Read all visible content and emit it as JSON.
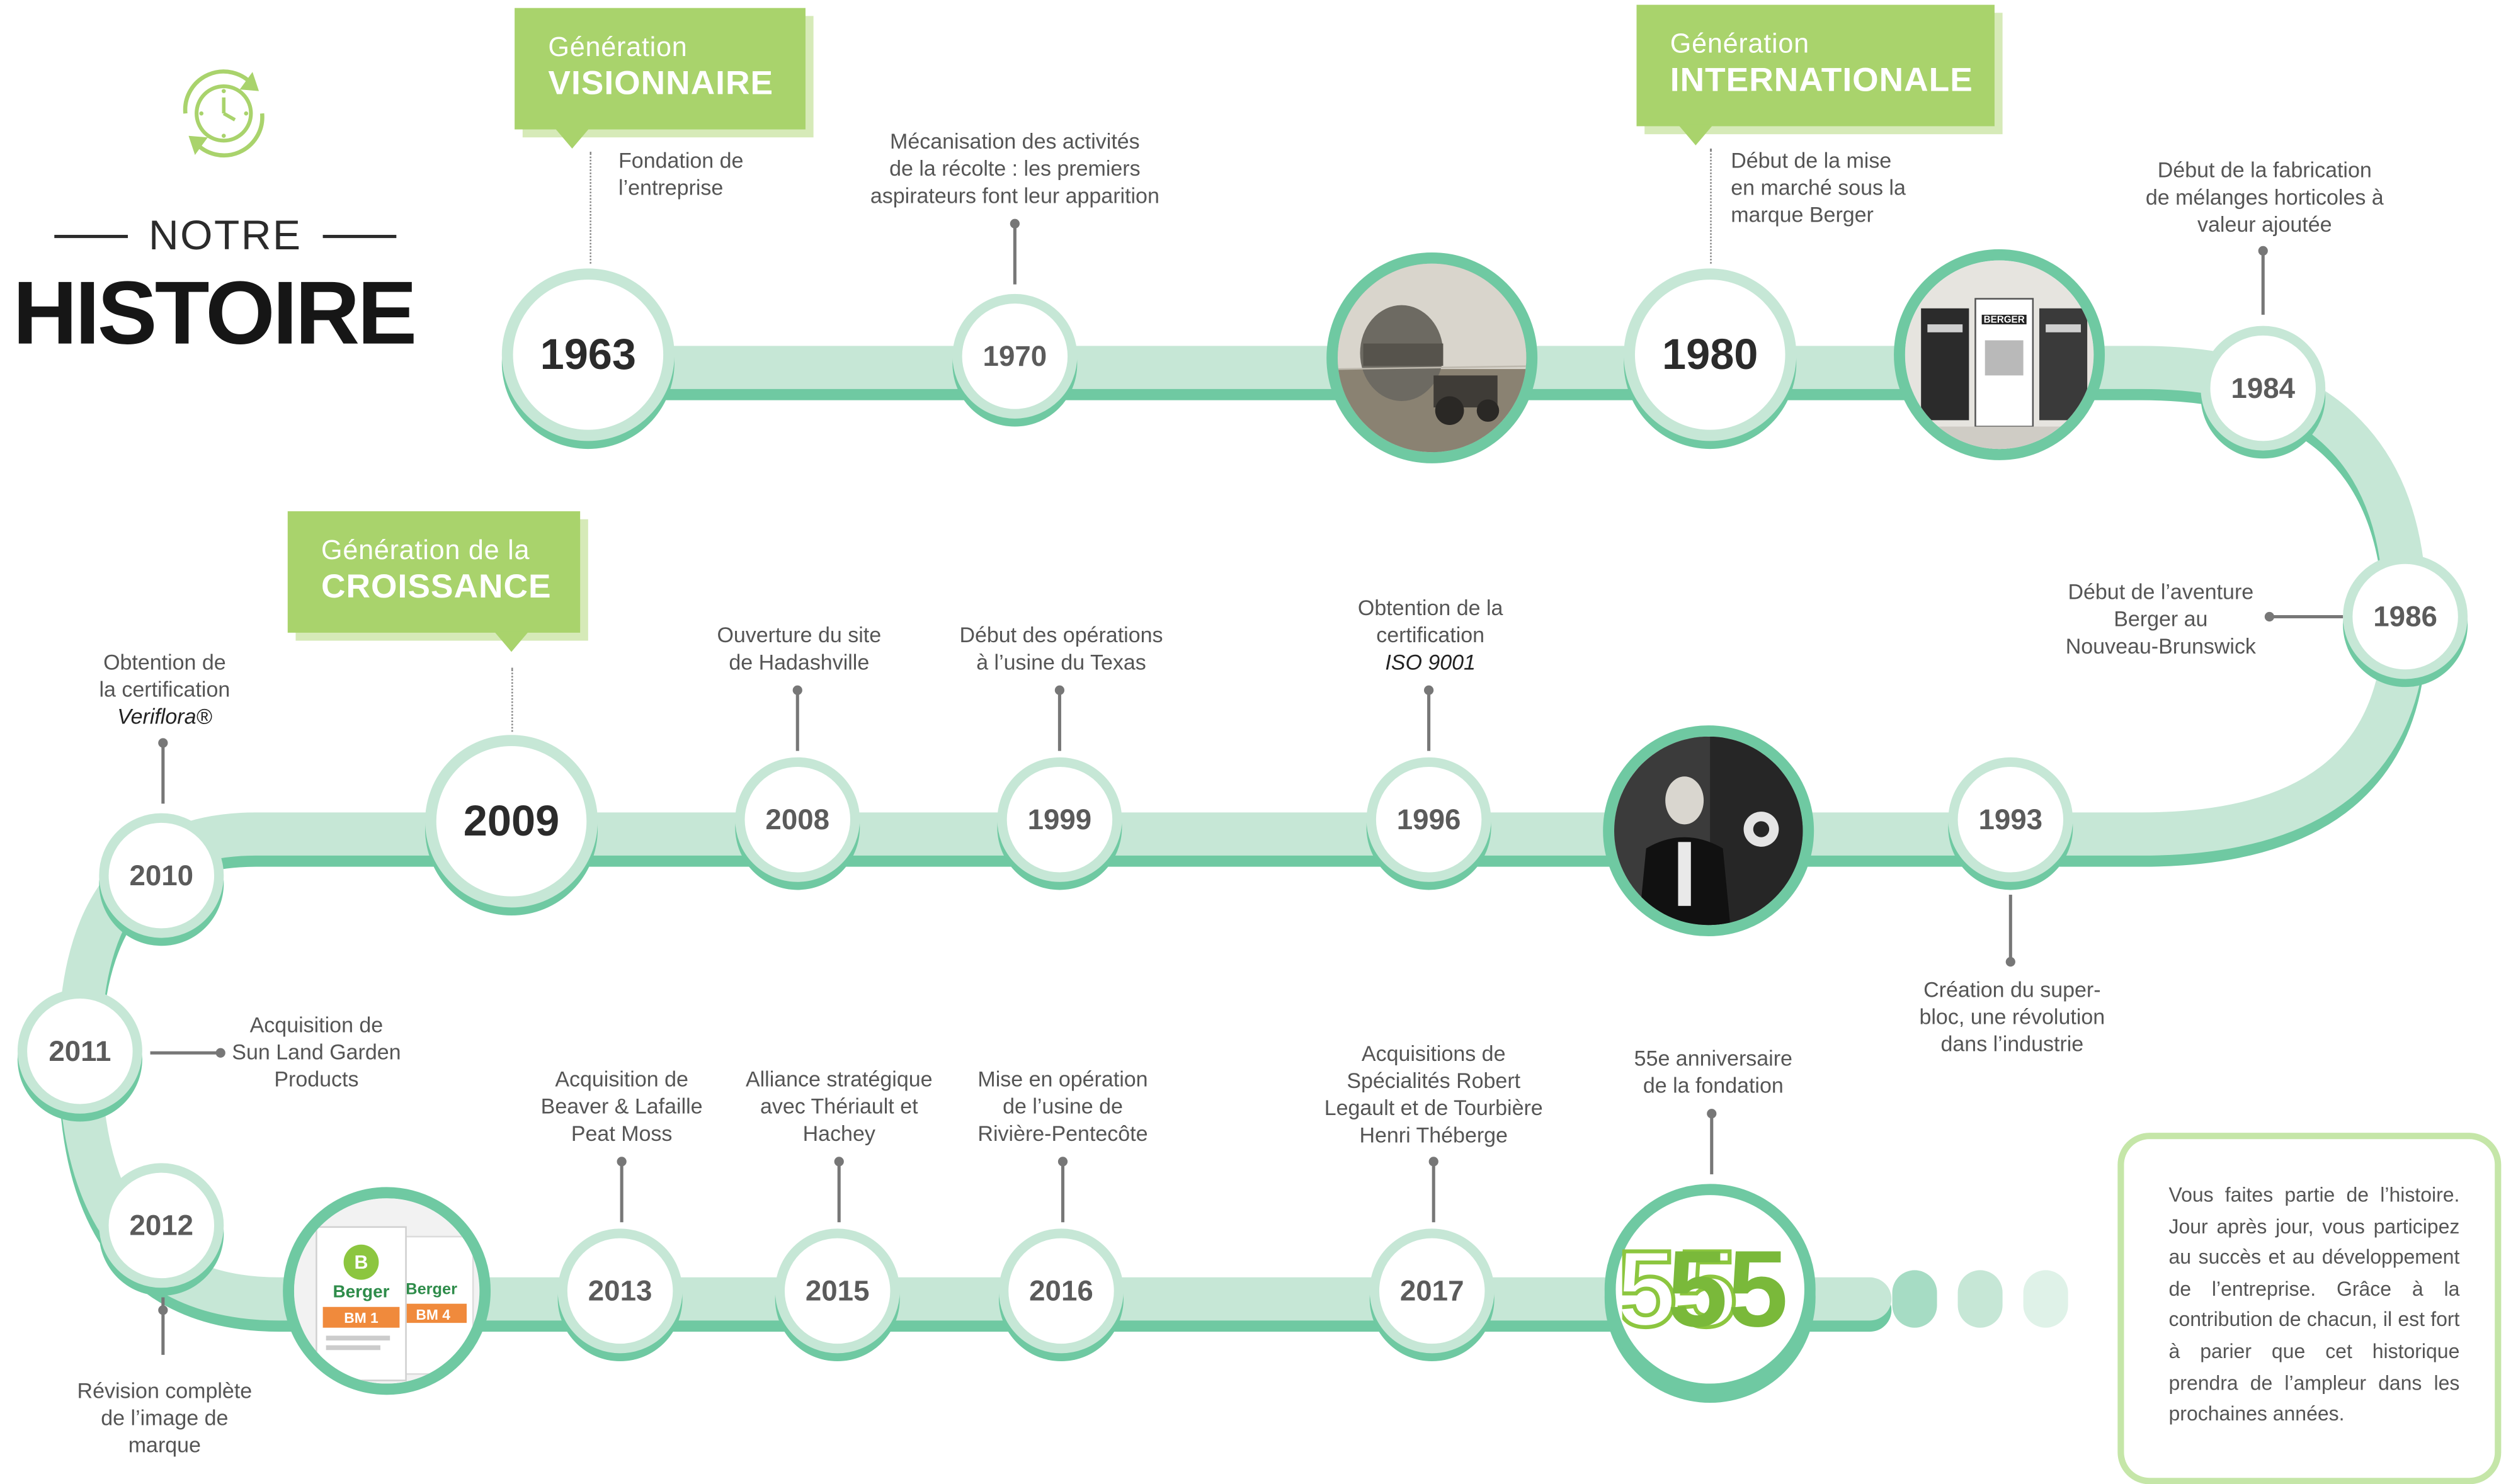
{
  "heading": {
    "top": "NOTRE",
    "main": "HISTOIRE",
    "icon": "clock-icon"
  },
  "colors": {
    "road": "#c6e7d6",
    "road_shadow": "#6fc9a2",
    "generation_box": "#a9d36c",
    "closing_border": "#c5e6a8"
  },
  "generations": {
    "visionnaire": {
      "line1": "Génération",
      "line2": "VISIONNAIRE"
    },
    "internationale": {
      "line1": "Génération",
      "line2": "INTERNATIONALE"
    },
    "croissance": {
      "line1": "Génération de la",
      "line2": "CROISSANCE"
    }
  },
  "milestones": {
    "y1963": {
      "year": "1963",
      "text": "Fondation de\nl’entreprise"
    },
    "y1970": {
      "year": "1970",
      "text": "Mécanisation des activités\nde la récolte : les premiers\naspirateurs font leur apparition"
    },
    "y1980": {
      "year": "1980",
      "text": "Début de la mise\nen marché sous la\nmarque Berger"
    },
    "y1984": {
      "year": "1984",
      "text": "Début de la fabrication\nde mélanges horticoles à\nvaleur ajoutée"
    },
    "y1986": {
      "year": "1986",
      "text": "Début de l’aventure\nBerger au\nNouveau-Brunswick"
    },
    "y1993": {
      "year": "1993",
      "text": "Création du super-\nbloc, une révolution\ndans l’industrie"
    },
    "y1996": {
      "year": "1996",
      "text": "Obtention de la\ncertification",
      "text_em": "ISO 9001"
    },
    "y1999": {
      "year": "1999",
      "text": "Début des opérations\nà l’usine du Texas"
    },
    "y2008": {
      "year": "2008",
      "text": "Ouverture du site\nde Hadashville"
    },
    "y2009": {
      "year": "2009"
    },
    "y2010": {
      "year": "2010",
      "text": "Obtention de\nla certification",
      "text_em": "Veriflora®"
    },
    "y2011": {
      "year": "2011",
      "text": "Acquisition de\nSun Land Garden\nProducts"
    },
    "y2012": {
      "year": "2012",
      "text": "Révision complète\nde l’image de\nmarque"
    },
    "y2013": {
      "year": "2013",
      "text": "Acquisition de\nBeaver & Lafaille\nPeat Moss"
    },
    "y2015": {
      "year": "2015",
      "text": "Alliance stratégique\navec Thériault et\nHachey"
    },
    "y2016": {
      "year": "2016",
      "text": "Mise en opération\nde l’usine de\nRivière-Pentecôte"
    },
    "y2017": {
      "year": "2017",
      "text": "Acquisitions de\nSpécialités Robert\nLegault et de Tourbière\nHenri Théberge"
    },
    "y2018": {
      "text": "55e anniversaire\nde la fondation",
      "badge": "55"
    }
  },
  "photos": {
    "bag1_brand": "Berger",
    "bag1_code": "BM 1",
    "bag2_brand": "Berger",
    "bag2_code": "BM 4",
    "box_brand": "BERGER"
  },
  "closing": "Vous faites partie de l’histoire. Jour après jour, vous participez au succès et au développement de l’entreprise. Grâce à la contribution de chacun, il est fort à parier que cet historique prendra de l’ampleur dans les prochaines années."
}
